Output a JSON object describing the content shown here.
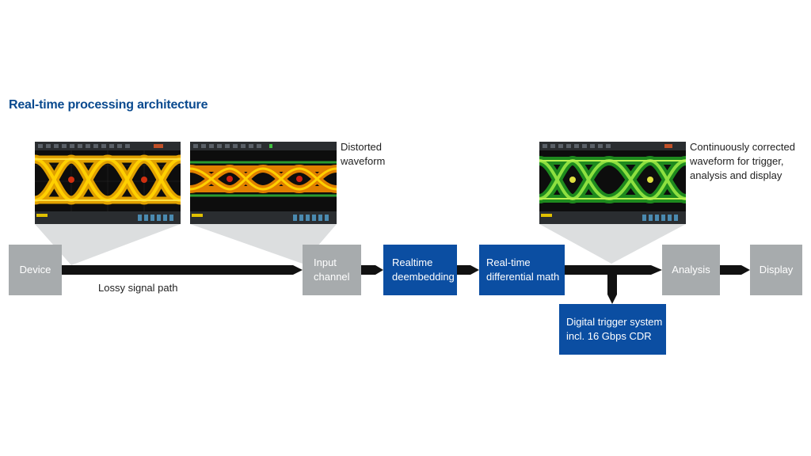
{
  "title": "Real-time processing architecture",
  "blocks": {
    "device": "Device",
    "input_channel": "Input channel",
    "realtime_deembedding": "Realtime deembedding",
    "realtime_math": "Real-time differential math",
    "analysis": "Analysis",
    "display": "Display",
    "trigger_system": "Digital trigger system incl. 16 Gbps CDR"
  },
  "labels": {
    "lossy_path": "Lossy signal path",
    "distorted": "Distorted waveform",
    "corrected": "Continuously corrected waveform for trigger, analysis and display"
  },
  "colors": {
    "title": "#0a4a8f",
    "grey_block": "#a7abad",
    "blue_block": "#0b4ea2",
    "arrow": "#111111",
    "funnel": "#dcdedf"
  }
}
